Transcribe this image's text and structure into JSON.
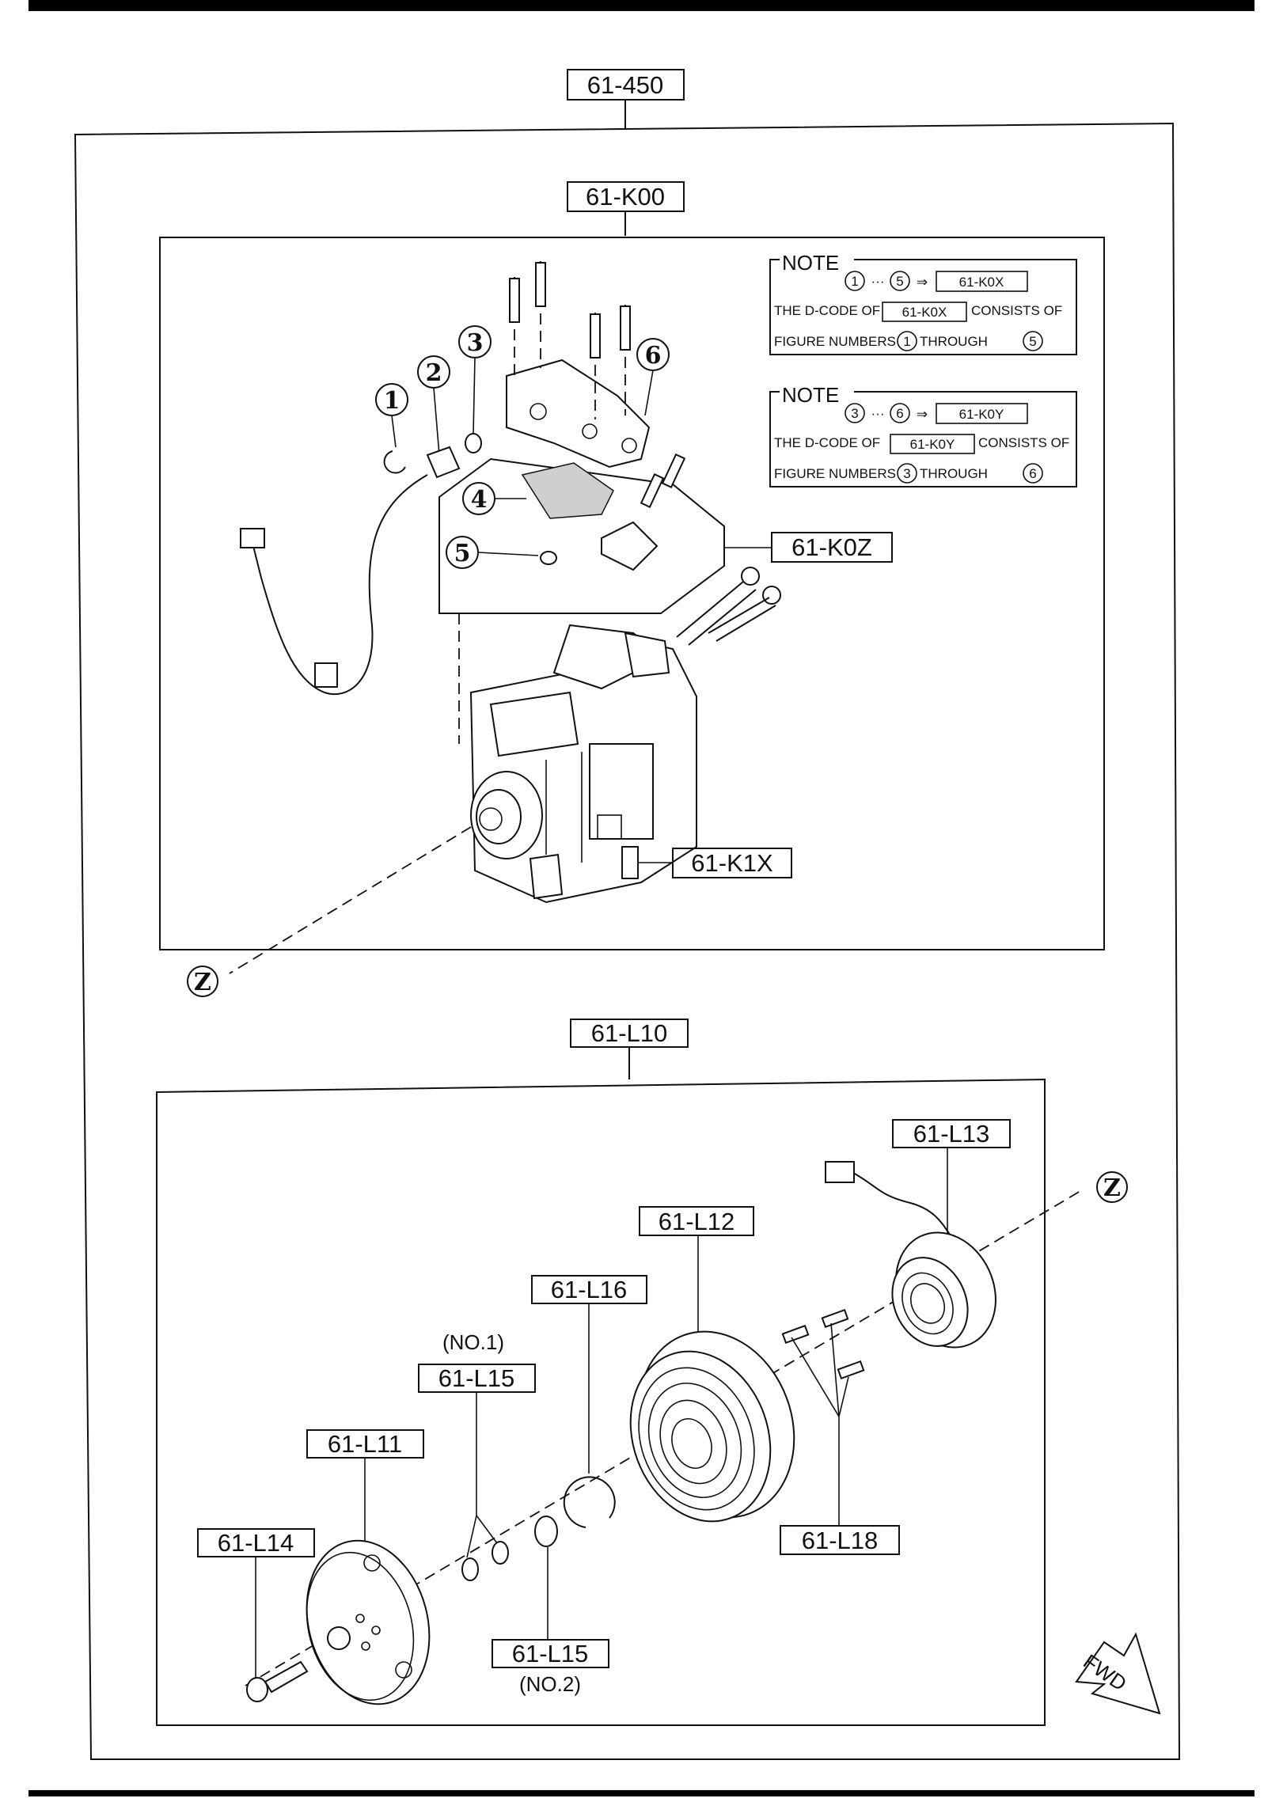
{
  "labels": {
    "root": "61-450",
    "group1": "61-K00",
    "group1_subassy": "61-K0Z",
    "group1_switch": "61-K1X",
    "group2": "61-L10",
    "clutch_coil": "61-L13",
    "pulley": "61-L12",
    "snap_ring": "61-L16",
    "shim_no1": "61-L15",
    "shim_no1_note": "(NO.1)",
    "shim_no2": "61-L15",
    "shim_no2_note": "(NO.2)",
    "pressure_plate": "61-L11",
    "center_bolt": "61-L14",
    "screws": "61-L18",
    "ref_mark": "Z",
    "fwd": "FWD"
  },
  "callouts": [
    "1",
    "2",
    "3",
    "4",
    "5",
    "6"
  ],
  "notes": [
    {
      "heading": "NOTE",
      "range_start": "1",
      "range_sep": "···",
      "range_end": "5",
      "arrow": "⇒",
      "code": "61-K0X",
      "line1_pre": "THE D-CODE OF",
      "line1_post": "CONSISTS OF",
      "line2_pre": "FIGURE NUMBERS",
      "line2_mid": "THROUGH"
    },
    {
      "heading": "NOTE",
      "range_start": "3",
      "range_sep": "···",
      "range_end": "6",
      "arrow": "⇒",
      "code": "61-K0Y",
      "line1_pre": "THE D-CODE OF",
      "line1_post": "CONSISTS OF",
      "line2_pre": "FIGURE NUMBERS",
      "line2_mid": "THROUGH"
    }
  ]
}
